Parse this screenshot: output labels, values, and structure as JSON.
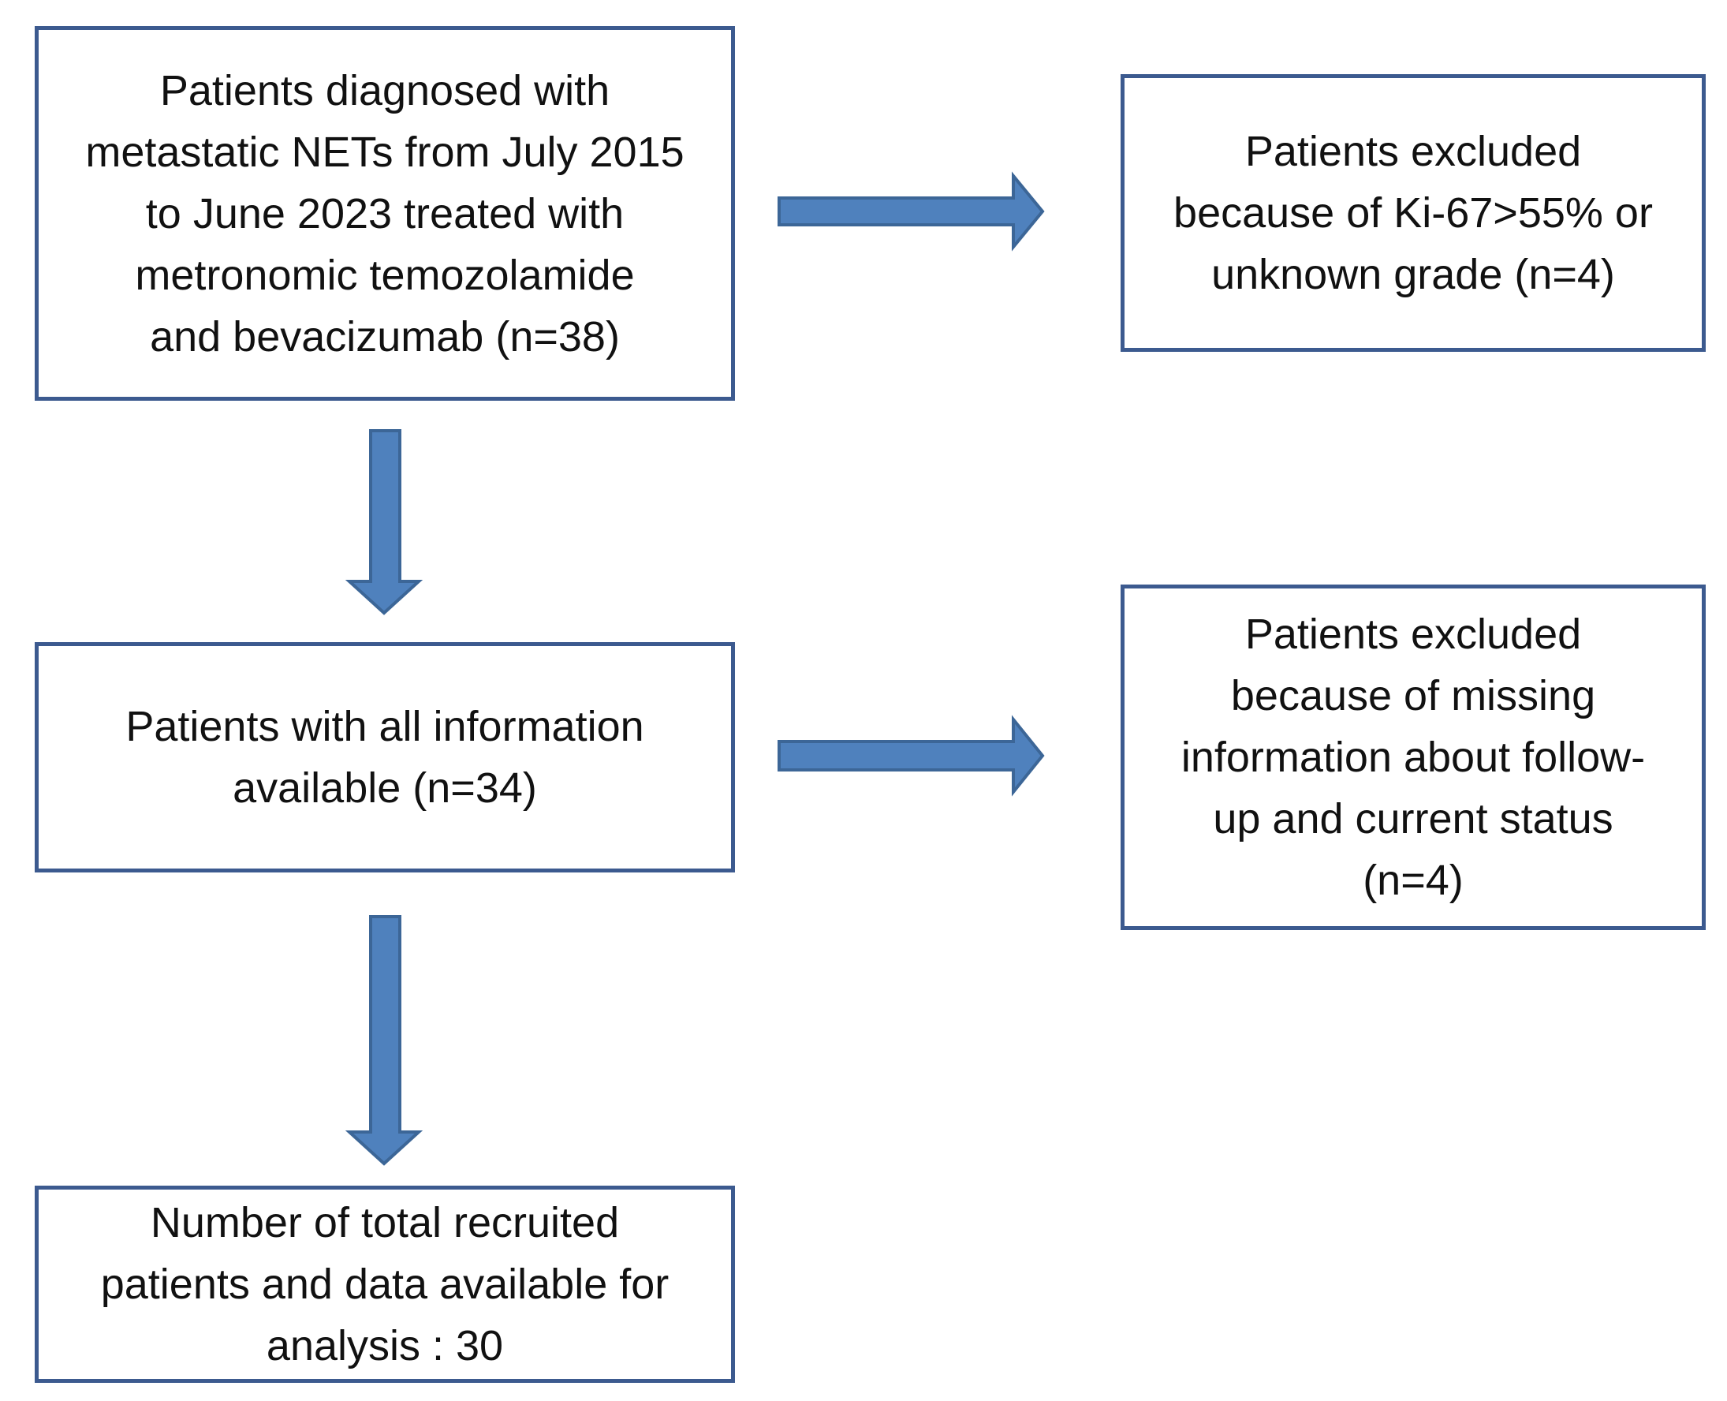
{
  "flowchart": {
    "start_box": "Patients diagnosed with\nmetastatic NETs from July 2015\nto June 2023 treated with\nmetronomic temozolamide\nand bevacizumab  (n=38)",
    "available_box": "Patients with all information\navailable  (n=34)",
    "final_box": "Number of total recruited\npatients and data available for\nanalysis : 30",
    "exclusion_1": "Patients excluded\nbecause of Ki-67>55% or\nunknown grade (n=4)",
    "exclusion_2": "Patients excluded\nbecause of missing\ninformation about follow-\nup and current status\n(n=4)"
  },
  "colors": {
    "box_border": "#3c5a8f",
    "arrow_fill": "#4f81bd",
    "arrow_stroke": "#3c6697"
  }
}
